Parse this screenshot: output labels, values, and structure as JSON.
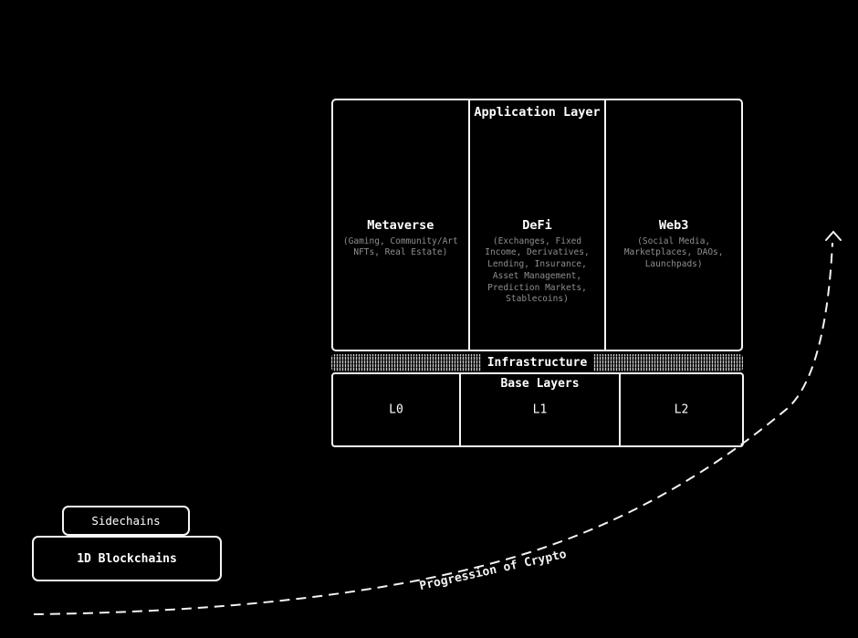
{
  "colors": {
    "background": "#000000",
    "line": "#f5f5f5",
    "text": "#ffffff",
    "muted_text": "#8f8f8f"
  },
  "application_layer": {
    "title": "Application Layer",
    "columns": [
      {
        "name": "Metaverse",
        "details": "(Gaming, Community/Art NFTs, Real Estate)"
      },
      {
        "name": "DeFi",
        "details": "(Exchanges, Fixed Income, Derivatives, Lending, Insurance, Asset Management, Prediction Markets, Stablecoins)"
      },
      {
        "name": "Web3",
        "details": "(Social Media, Marketplaces, DAOs, Launchpads)"
      }
    ]
  },
  "infrastructure": {
    "label": "Infrastructure"
  },
  "base_layers": {
    "title": "Base Layers",
    "items": [
      {
        "label": "L0"
      },
      {
        "label": "L1"
      },
      {
        "label": "L2"
      }
    ]
  },
  "stack_left": {
    "sidechains_label": "Sidechains",
    "blockchains_label": "1D Blockchains"
  },
  "progression": {
    "label": "Progression of Crypto"
  }
}
